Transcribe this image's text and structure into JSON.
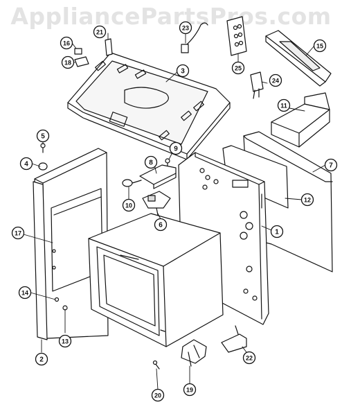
{
  "watermark": "AppliancePartsPros.com",
  "callouts": [
    {
      "id": "c1",
      "label": "1"
    },
    {
      "id": "c2",
      "label": "2"
    },
    {
      "id": "c3",
      "label": "3"
    },
    {
      "id": "c4",
      "label": "4"
    },
    {
      "id": "c5",
      "label": "5"
    },
    {
      "id": "c6",
      "label": "6"
    },
    {
      "id": "c7",
      "label": "7"
    },
    {
      "id": "c8",
      "label": "8"
    },
    {
      "id": "c9",
      "label": "9"
    },
    {
      "id": "c10",
      "label": "10"
    },
    {
      "id": "c11",
      "label": "11"
    },
    {
      "id": "c12",
      "label": "12"
    },
    {
      "id": "c13",
      "label": "13"
    },
    {
      "id": "c14",
      "label": "14"
    },
    {
      "id": "c15",
      "label": "15"
    },
    {
      "id": "c16",
      "label": "16"
    },
    {
      "id": "c17",
      "label": "17"
    },
    {
      "id": "c18",
      "label": "18"
    },
    {
      "id": "c19",
      "label": "19"
    },
    {
      "id": "c20",
      "label": "20"
    },
    {
      "id": "c21",
      "label": "21"
    },
    {
      "id": "c22",
      "label": "22"
    },
    {
      "id": "c23",
      "label": "23"
    },
    {
      "id": "c24",
      "label": "24"
    },
    {
      "id": "c25",
      "label": "25"
    }
  ]
}
